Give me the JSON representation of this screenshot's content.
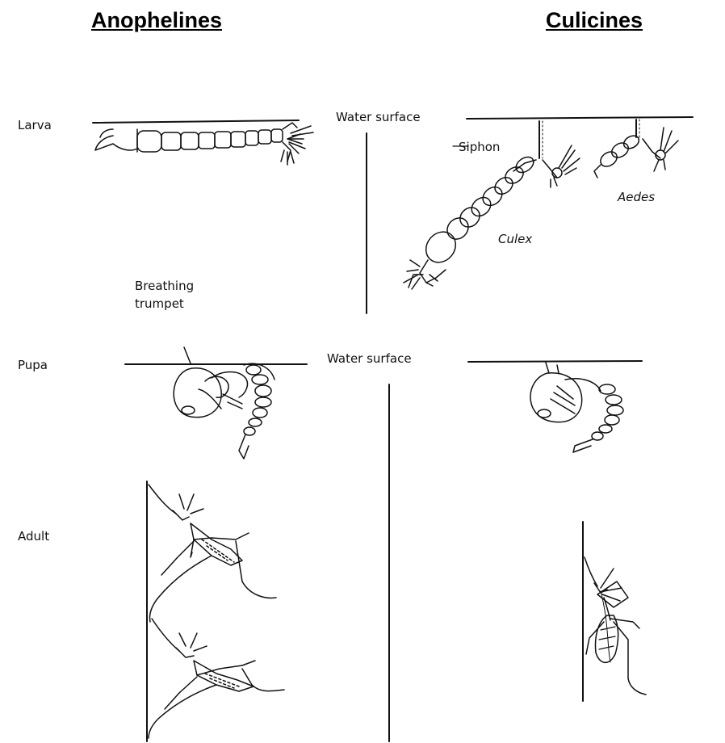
{
  "headings": {
    "left": "Anophelines",
    "right": "Culicines"
  },
  "stages": {
    "larva": "Larva",
    "pupa": "Pupa",
    "adult": "Adult"
  },
  "labels": {
    "water_surface_top": "Water surface",
    "water_surface_mid": "Water surface",
    "siphon": "Siphon",
    "culex": "Culex",
    "aedes": "Aedes",
    "breathing_trumpet_line1": "Breathing",
    "breathing_trumpet_line2": "trumpet"
  }
}
